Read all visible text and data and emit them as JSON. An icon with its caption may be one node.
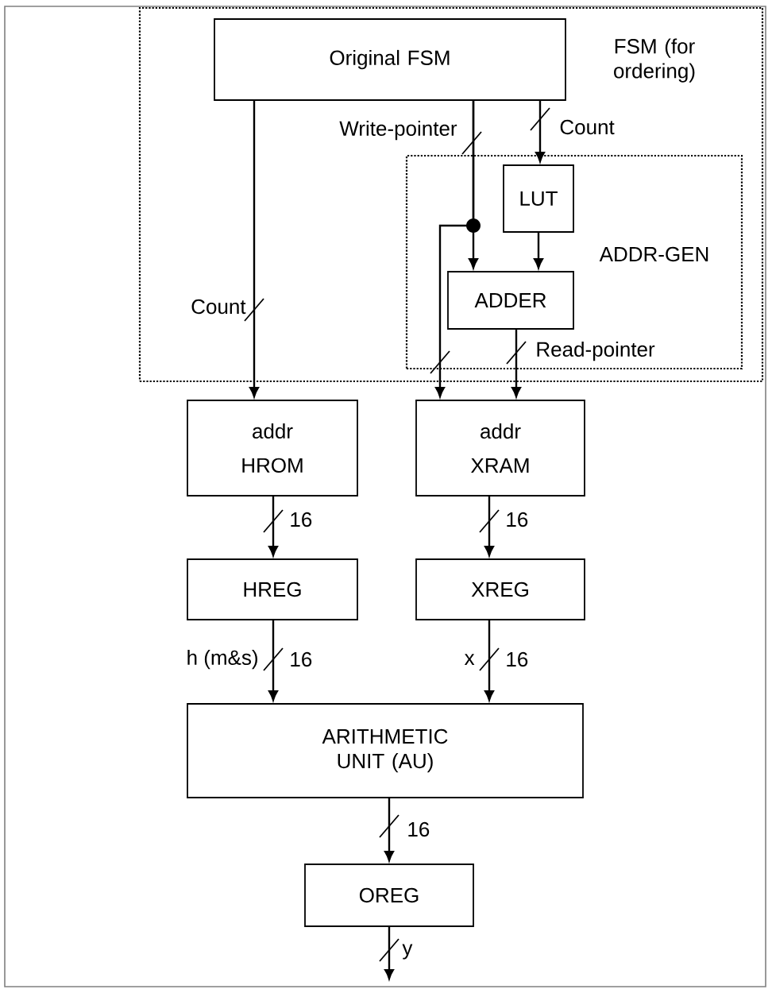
{
  "diagram": {
    "nodes": [
      {
        "text": [
          "FSM (for ordering)"
        ]
      },
      {
        "text": [
          "Original FSM"
        ],
        "in": 0
      },
      {
        "text": [
          "ADDR-GEN"
        ],
        "in": 0
      },
      {
        "text": [
          "LUT"
        ],
        "in": 2
      },
      {
        "text": [
          "ADDER"
        ],
        "in": 2
      },
      {
        "text": [
          "addr",
          "HROM"
        ]
      },
      {
        "text": [
          "addr",
          "XRAM"
        ]
      },
      {
        "text": [
          "HREG"
        ]
      },
      {
        "text": [
          "XREG"
        ]
      },
      {
        "text": [
          "ARITHMETIC UNIT (AU)"
        ]
      },
      {
        "text": [
          "OREG"
        ]
      }
    ],
    "edges": [
      {
        "from": 1,
        "to": 5,
        "arrow": "to",
        "label": "Count"
      },
      {
        "from": 1,
        "to": 4,
        "arrow": "to",
        "label": "Write-pointer"
      },
      {
        "from": 1,
        "to": 6,
        "arrow": "to"
      },
      {
        "from": 1,
        "to": 3,
        "arrow": "to",
        "label": "Count"
      },
      {
        "from": 3,
        "to": 4,
        "arrow": "to"
      },
      {
        "from": 4,
        "to": 6,
        "arrow": "to",
        "label": "Read-pointer"
      },
      {
        "from": 5,
        "to": 7,
        "arrow": "to",
        "label": "16"
      },
      {
        "from": 6,
        "to": 8,
        "arrow": "to",
        "label": "16"
      },
      {
        "from": 7,
        "to": 9,
        "arrow": "to",
        "label": "h (m&s)"
      },
      {
        "from": 8,
        "to": 9,
        "arrow": "to",
        "label": "x"
      },
      {
        "from": 9,
        "to": 10,
        "arrow": "to",
        "label": "16"
      },
      {
        "from": 10,
        "to": null,
        "arrow": "to",
        "label": "y"
      }
    ],
    "labels": [
      "16",
      "16"
    ]
  }
}
